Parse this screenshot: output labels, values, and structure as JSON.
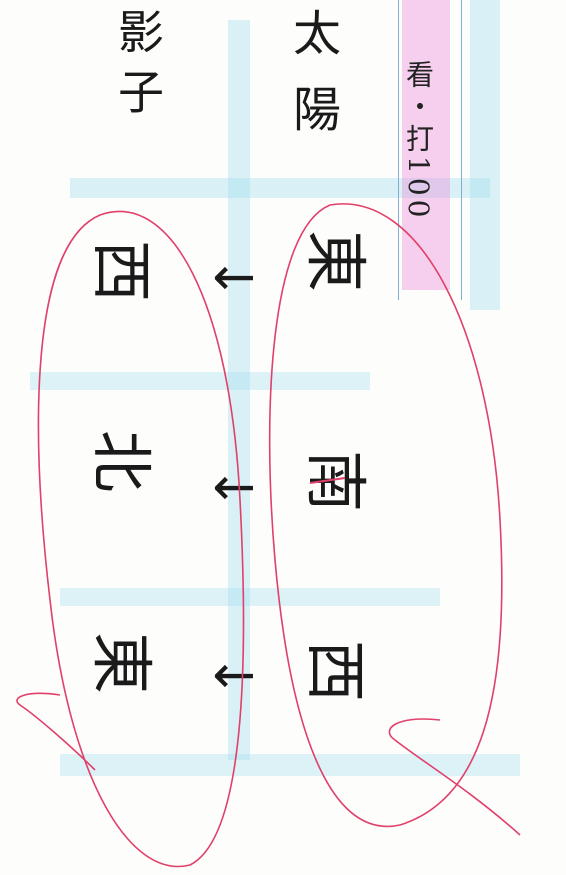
{
  "worksheet": {
    "title": "太陽",
    "subtitle": "影子",
    "label": "看・打100",
    "sequence_sun": [
      "東",
      "南",
      "西"
    ],
    "sequence_shadow": [
      "西",
      "北",
      "東"
    ],
    "arrow_glyph": "↓"
  },
  "colors": {
    "paper": "#fdfdfb",
    "ink": "#1a1a1a",
    "teacher_pen": "#e0406a",
    "highlight_blue": "#bfe6f2",
    "highlight_pink": "#ec96dc"
  }
}
